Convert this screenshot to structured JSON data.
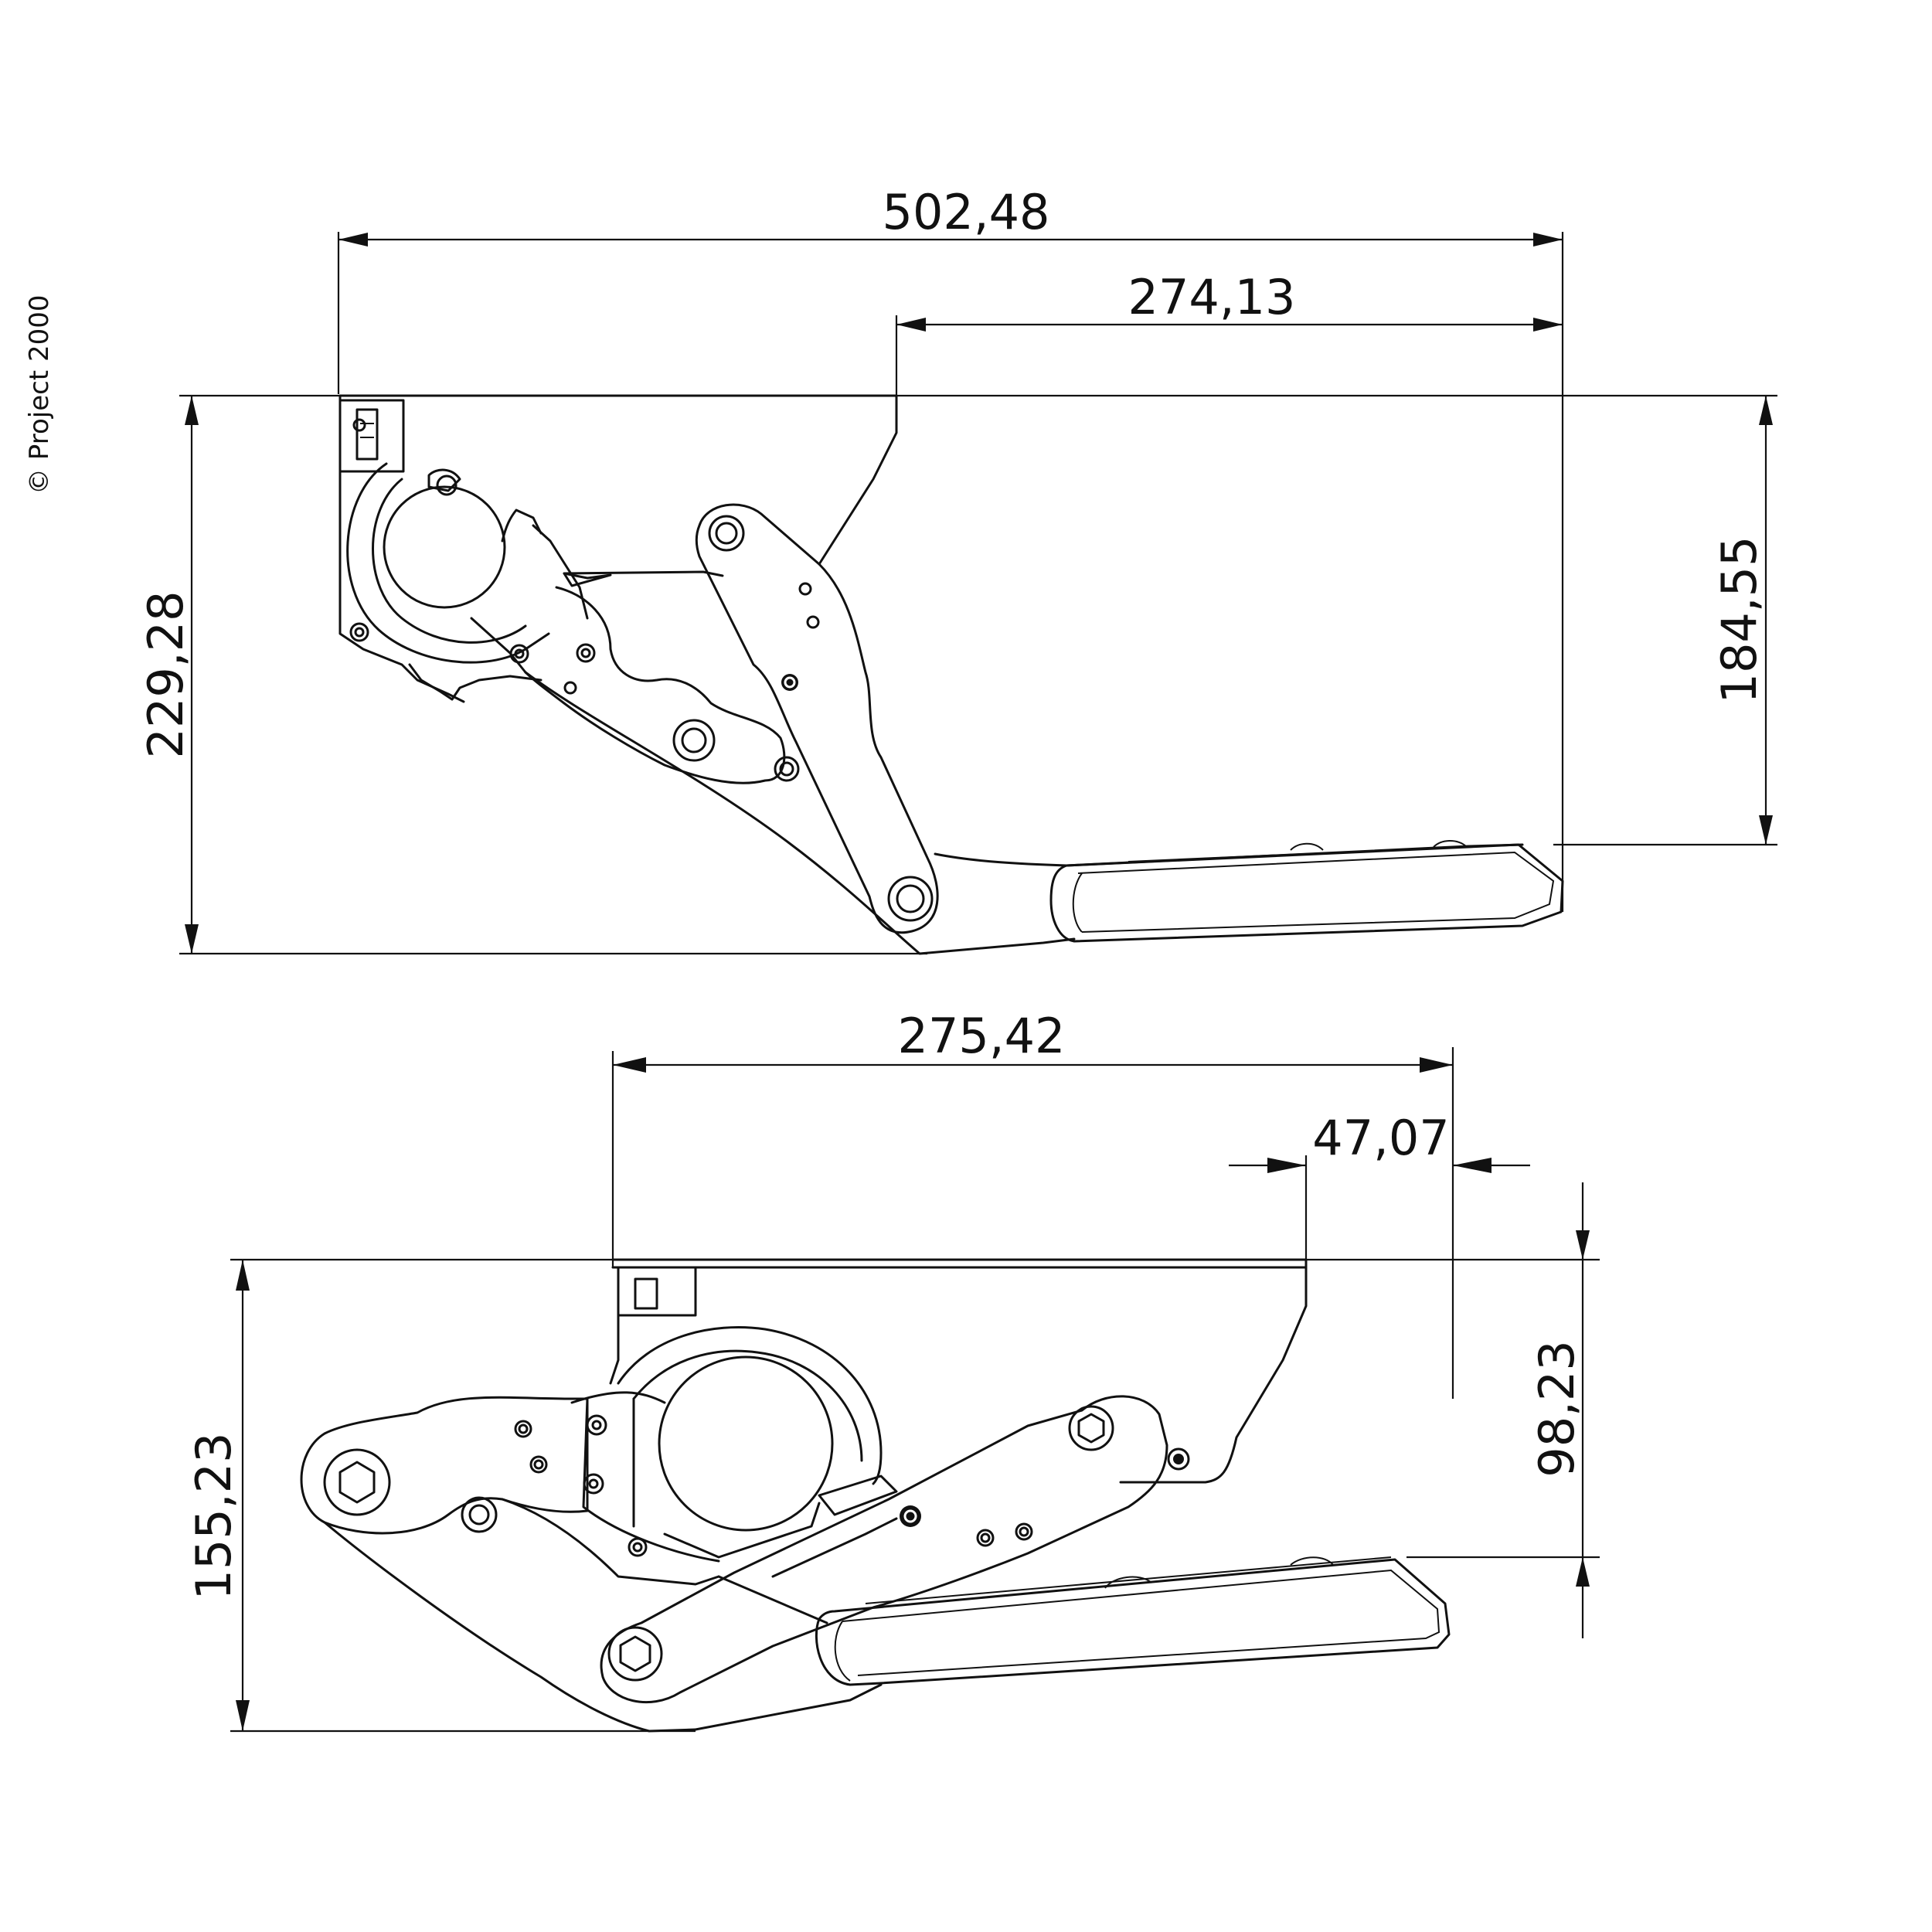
{
  "copyright": "© Project 2000",
  "top_view": {
    "dim_overall_width": "502,48",
    "dim_tray_width": "274,13",
    "dim_overall_height": "229,28",
    "dim_step_height": "184,55"
  },
  "bottom_view": {
    "dim_overall_width": "275,42",
    "dim_offset": "47,07",
    "dim_overall_height": "155,23",
    "dim_step_height": "98,23"
  }
}
